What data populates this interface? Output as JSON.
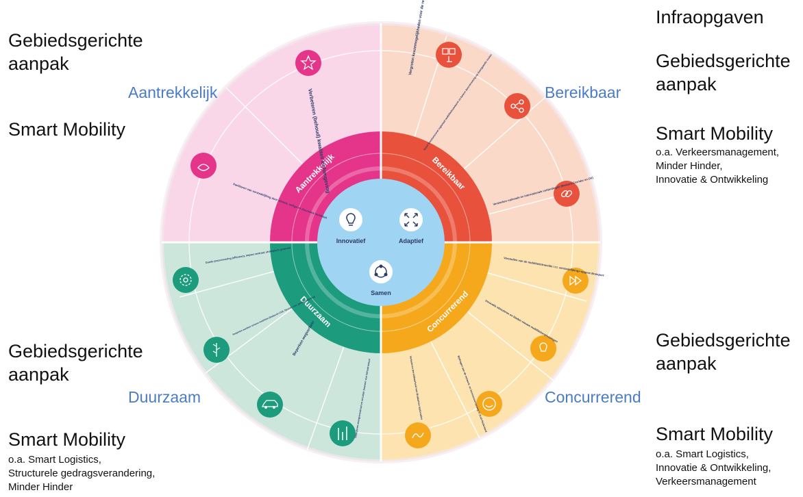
{
  "side_text": {
    "top_left_heading": "Gebiedsgerichte\naanpak",
    "top_left_smart": "Smart Mobility",
    "top_right_infra": "Infraopgaven",
    "top_right_heading": "Gebiedsgerichte\naanpak",
    "top_right_smart": "Smart Mobility",
    "top_right_sub": "o.a. Verkeersmanagement,\nMinder Hinder,\nInnovatie & Ontwikkeling",
    "bottom_left_heading": "Gebiedsgerichte\naanpak",
    "bottom_left_smart": "Smart Mobility",
    "bottom_left_sub": "o.a. Smart Logistics,\nStructurele gedragsverandering,\nMinder Hinder",
    "bottom_right_heading": "Gebiedsgerichte\naanpak",
    "bottom_right_smart": "Smart Mobility",
    "bottom_right_sub": "o.a. Smart Logistics,\nInnovatie & Ontwikkeling,\nVerkeersmanagement"
  },
  "quadrant_labels": {
    "aantrekkelijk": "Aantrekkelijk",
    "bereikbaar": "Bereikbaar",
    "duurzaam": "Duurzaam",
    "concurrerend": "Concurrerend"
  },
  "ring_labels": {
    "aantrekkelijk": "Aantrekkelijk",
    "bereikbaar": "Bereikbaar",
    "duurzaam": "Duurzaam",
    "concurrerend": "Concurrerend"
  },
  "center": {
    "innovatief": "Innovatief",
    "adaptief": "Adaptief",
    "samen": "Samen"
  },
  "goals": {
    "aantrekkelijk": [
      "Verbeteren (behoud) kwaliteit leefomgeving",
      "Faciliteren van verstedelijking door slimme, veilige en duurzame mobiliteit"
    ],
    "bereikbaar": [
      "Vergroten keuzemogelijkheden voor de reiziger",
      "Goed functionerend regionaal mobiliteitsnetwerk en betere doorstroming op doorgaande routes",
      "Versterken nationale en internationale verbindingen (Brabant-Corridor en OV)"
    ],
    "concurrerend": [
      "Versnellen van de mobiliteitstransitie i.r.t. verstedelijkings-opgave Brainport",
      "Innovatie stimuleren en bieden nieuwe mobiliteitsoplossingen",
      "Bijdragen aan de netwerk- en kennisvoorsprong in Zuid-Nederland",
      "Verbeteren bereikbaarheid van Brabantse toplocaties"
    ],
    "duurzaam": [
      "Goede procesvoering (efficiency, impact centraal, strategisch gesprek)",
      "Vergroten aandeel schone mobiliteit (Reductie CO2, fijnstof, roet, geluidsbelasting)",
      "Beperken wegverkeer",
      "Stimuleren energieneutraal en circulair bouwen van infrastructuur"
    ]
  },
  "colors": {
    "pink": "#e5358a",
    "pink_light": "#f9d7e8",
    "red": "#e8513b",
    "peach_light": "#fbd9c8",
    "orange": "#f5a81c",
    "orange_light": "#fde3b0",
    "green": "#1c9b7d",
    "green_light": "#cce6dc",
    "center": "#9fd4f2",
    "label_blue": "#4a7cc4"
  }
}
